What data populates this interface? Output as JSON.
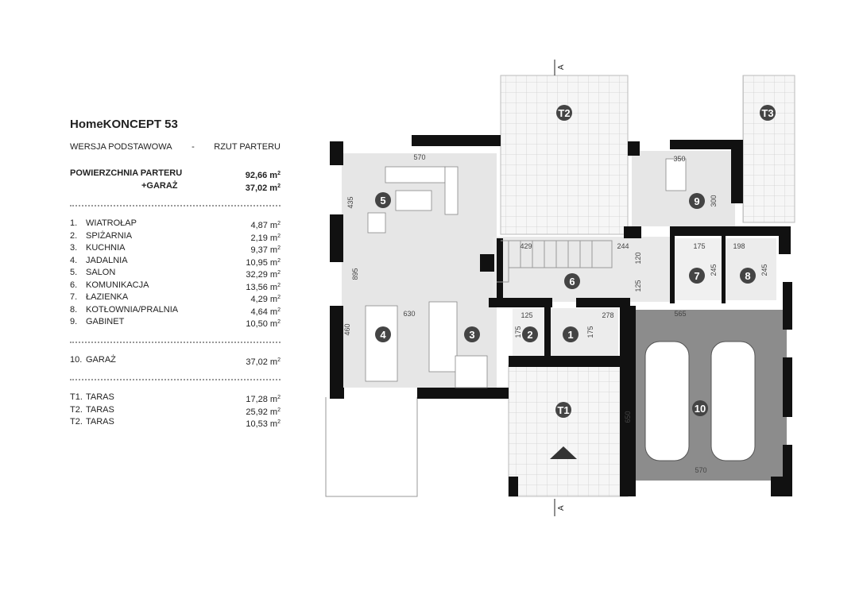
{
  "title": "HomeKONCEPT 53",
  "version": "WERSJA  PODSTAWOWA",
  "separator": "-",
  "view": "RZUT PARTERU",
  "area": {
    "label": "POWIERZCHNIA PARTERU",
    "value": "92,66 m",
    "garage_label": "+GARAŻ",
    "garage_value": "37,02 m",
    "unit_sup": "2"
  },
  "rooms": [
    {
      "no": "1.",
      "name": "WIATROŁAP",
      "area": "4,87 m"
    },
    {
      "no": "2.",
      "name": "SPIŻARNIA",
      "area": "2,19 m"
    },
    {
      "no": "3.",
      "name": "KUCHNIA",
      "area": "9,37 m"
    },
    {
      "no": "4.",
      "name": "JADALNIA",
      "area": "10,95 m"
    },
    {
      "no": "5.",
      "name": "SALON",
      "area": "32,29 m"
    },
    {
      "no": "6.",
      "name": "KOMUNIKACJA",
      "area": "13,56 m"
    },
    {
      "no": "7.",
      "name": "ŁAZIENKA",
      "area": "4,29 m"
    },
    {
      "no": "8.",
      "name": "KOTŁOWNIA/PRALNIA",
      "area": "4,64 m"
    },
    {
      "no": "9.",
      "name": "GABINET",
      "area": "10,50 m"
    }
  ],
  "garage": {
    "no": "10.",
    "name": "GARAŻ",
    "area": "37,02 m"
  },
  "terraces": [
    {
      "no": "T1.",
      "name": "TARAS",
      "area": "17,28 m"
    },
    {
      "no": "T2.",
      "name": "TARAS",
      "area": "25,92 m"
    },
    {
      "no": "T2.",
      "name": "TARAS",
      "area": "10,53 m"
    }
  ],
  "plan": {
    "labels": [
      "1",
      "2",
      "3",
      "4",
      "5",
      "6",
      "7",
      "8",
      "9",
      "10",
      "T1",
      "T2",
      "T3"
    ],
    "section": "A",
    "dims": [
      "570",
      "435",
      "895",
      "460",
      "630",
      "429",
      "244",
      "120",
      "125",
      "175",
      "245",
      "198",
      "245",
      "350",
      "300",
      "125",
      "175",
      "278",
      "175",
      "565",
      "650",
      "570"
    ]
  },
  "colors": {
    "wall": "#111111",
    "floor": "#e6e6e6",
    "garage": "#8c8c8c",
    "terrace": "#f4f4f4"
  }
}
